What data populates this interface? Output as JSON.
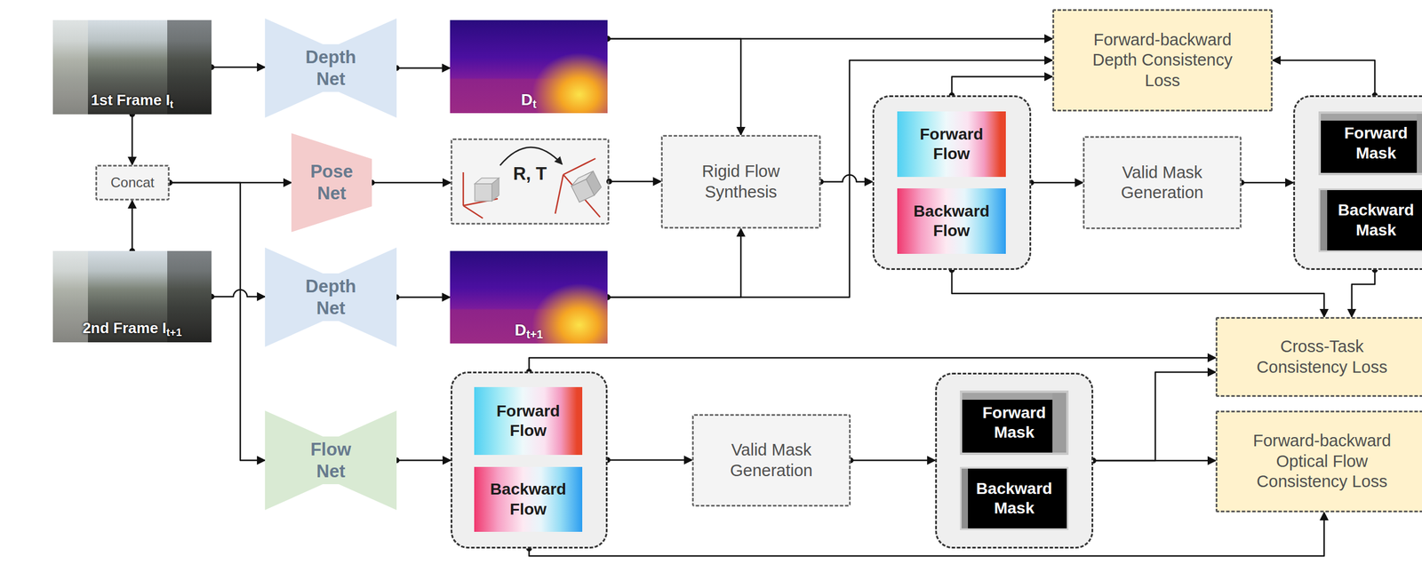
{
  "diagram": {
    "nodes": [
      {
        "text": [
          "1st Frame It"
        ]
      },
      {
        "text": [
          "Depth Net"
        ]
      },
      {
        "text": [
          "Dt"
        ]
      },
      {
        "text": [
          "Forward-backward Depth Consistency Loss"
        ]
      },
      {
        "text": [
          "Concat"
        ]
      },
      {
        "text": [
          "Pose Net"
        ]
      },
      {
        "text": [
          "R, T"
        ]
      },
      {
        "text": [
          "Rigid Flow Synthesis"
        ]
      },
      {
        "text": []
      },
      {
        "text": [
          "Forward Flow"
        ],
        "in": 8
      },
      {
        "text": [
          "Backward Flow"
        ],
        "in": 8
      },
      {
        "text": [
          "Valid Mask Generation"
        ]
      },
      {
        "text": []
      },
      {
        "text": [
          "Forward Mask"
        ],
        "in": 12
      },
      {
        "text": [
          "Backward Mask"
        ],
        "in": 12
      },
      {
        "text": [
          "2nd Frame It+1"
        ]
      },
      {
        "text": [
          "Depth Net"
        ]
      },
      {
        "text": [
          "Dt+1"
        ]
      },
      {
        "text": [
          "Cross-Task Consistency Loss"
        ]
      },
      {
        "text": [
          "Flow Net"
        ]
      },
      {
        "text": []
      },
      {
        "text": [
          "Forward Flow"
        ],
        "in": 20
      },
      {
        "text": [
          "Backward Flow"
        ],
        "in": 20
      },
      {
        "text": [
          "Valid Mask Generation"
        ]
      },
      {
        "text": []
      },
      {
        "text": [
          "Forward Mask"
        ],
        "in": 24
      },
      {
        "text": [
          "Backward Mask"
        ],
        "in": 24
      },
      {
        "text": [
          "Forward-backward Optical Flow Consistency Loss"
        ]
      }
    ],
    "edges": [
      {
        "from": 0,
        "to": 1,
        "arrow": "to"
      },
      {
        "from": 1,
        "to": 2,
        "arrow": "to"
      },
      {
        "from": 0,
        "to": 4,
        "arrow": "to"
      },
      {
        "from": 15,
        "to": 4,
        "arrow": "to"
      },
      {
        "from": 4,
        "to": 5,
        "arrow": "to"
      },
      {
        "from": 4,
        "to": 19,
        "arrow": "to"
      },
      {
        "from": 15,
        "to": 16,
        "arrow": "to"
      },
      {
        "from": 16,
        "to": 17,
        "arrow": "to"
      },
      {
        "from": 5,
        "to": 6,
        "arrow": "to"
      },
      {
        "from": 6,
        "to": 7,
        "arrow": "to"
      },
      {
        "from": 2,
        "to": 7,
        "arrow": "to"
      },
      {
        "from": 2,
        "to": 3,
        "arrow": "to"
      },
      {
        "from": 17,
        "to": 7,
        "arrow": "to"
      },
      {
        "from": 17,
        "to": 3,
        "arrow": "to"
      },
      {
        "from": 7,
        "to": 8,
        "arrow": "to"
      },
      {
        "from": 8,
        "to": 3,
        "arrow": "to"
      },
      {
        "from": 8,
        "to": 11,
        "arrow": "to"
      },
      {
        "from": 11,
        "to": 12,
        "arrow": "to"
      },
      {
        "from": 12,
        "to": 3,
        "arrow": "to"
      },
      {
        "from": 8,
        "to": 18,
        "arrow": "to"
      },
      {
        "from": 12,
        "to": 18,
        "arrow": "to"
      },
      {
        "from": 20,
        "to": 18,
        "arrow": "to"
      },
      {
        "from": 19,
        "to": 20,
        "arrow": "to"
      },
      {
        "from": 20,
        "to": 23,
        "arrow": "to"
      },
      {
        "from": 23,
        "to": 24,
        "arrow": "to"
      },
      {
        "from": 24,
        "to": 18,
        "arrow": "to"
      },
      {
        "from": 24,
        "to": 27,
        "arrow": "to"
      },
      {
        "from": 20,
        "to": 27,
        "arrow": "to"
      }
    ]
  }
}
